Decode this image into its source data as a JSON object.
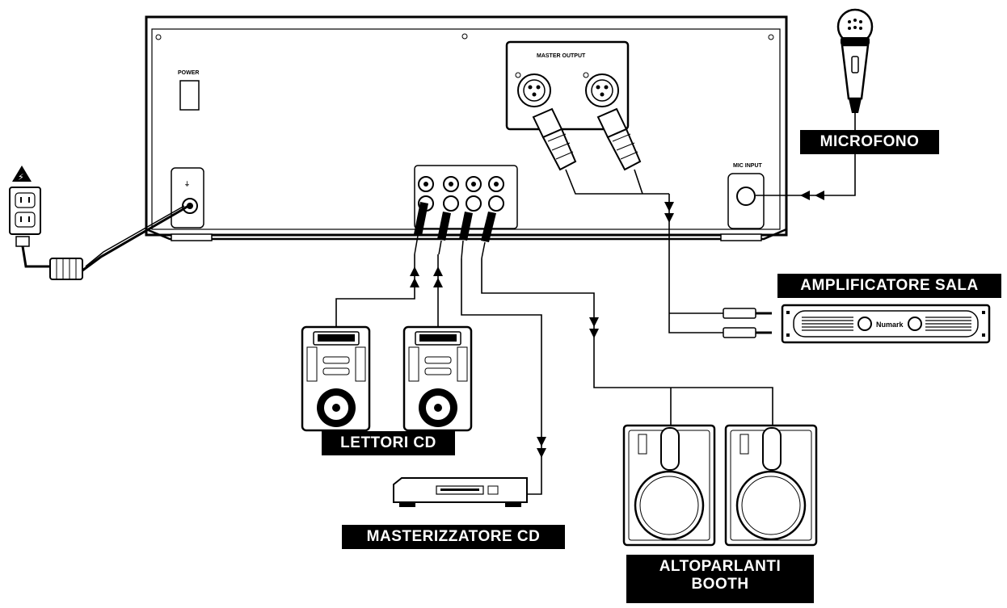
{
  "mixer": {
    "power_label": "POWER",
    "master_output_label": "MASTER OUTPUT",
    "mic_input_label": "MIC INPUT"
  },
  "labels": {
    "microfono": "MICROFONO",
    "amplificatore": "AMPLIFICATORE SALA",
    "lettori": "LETTORI CD",
    "masterizzatore": "MASTERIZZATORE CD",
    "altoparlanti_line1": "ALTOPARLANTI",
    "altoparlanti_line2": "BOOTH"
  },
  "amp_brand": "Numark"
}
